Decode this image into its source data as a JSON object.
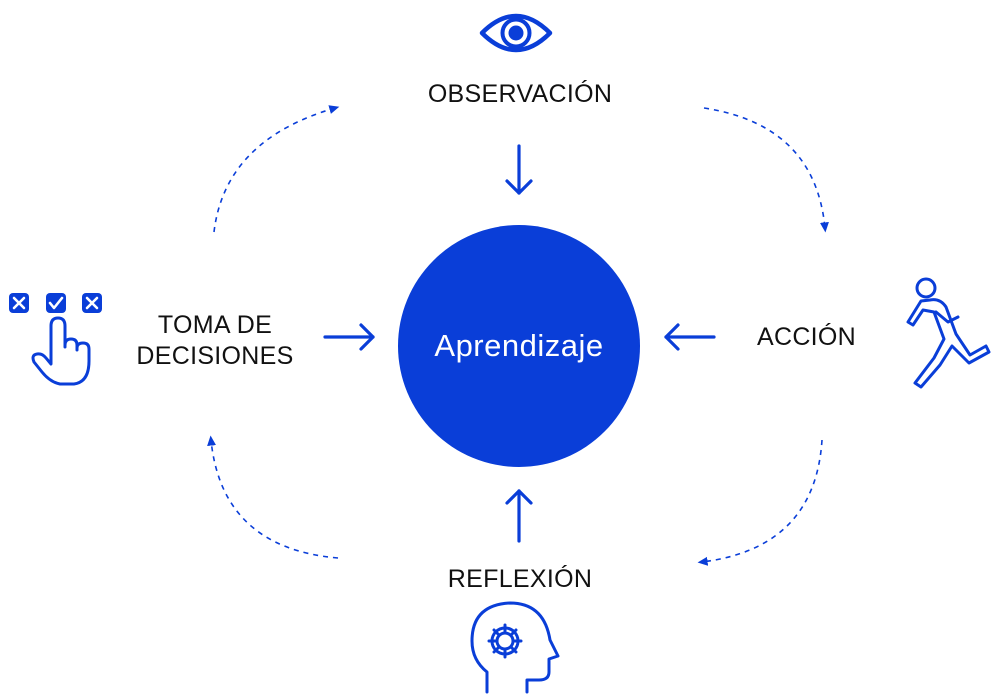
{
  "diagram": {
    "center": {
      "label": "Aprendizaje"
    },
    "nodes": {
      "observacion": {
        "label": "OBSERVACIÓN",
        "icon": "eye-icon"
      },
      "accion": {
        "label": "ACCIÓN",
        "icon": "running-person-icon"
      },
      "reflexion": {
        "label": "REFLEXIÓN",
        "icon": "head-gear-icon"
      },
      "toma_de_decisiones": {
        "line1": "TOMA DE",
        "line2": "DECISIONES",
        "icon": "hand-checkbox-icon"
      }
    },
    "colors": {
      "accent": "#0a3ed8",
      "text": "#111111",
      "background": "#ffffff"
    }
  }
}
